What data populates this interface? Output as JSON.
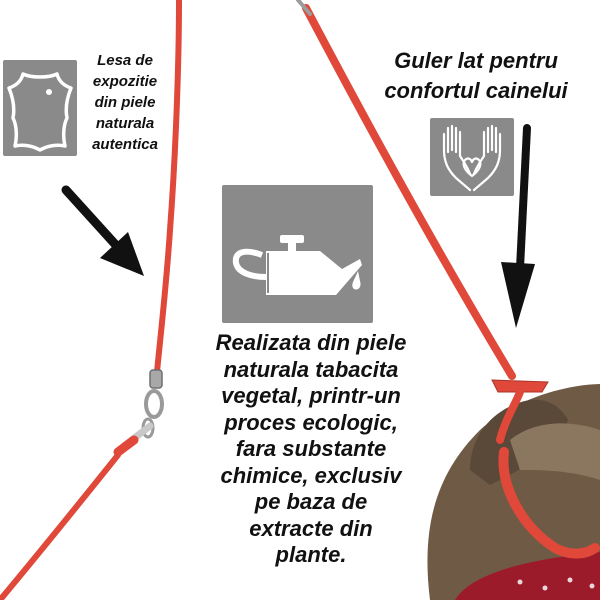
{
  "captions": {
    "leather_leash": [
      "Lesa de",
      "expozitie",
      "din piele",
      "naturala",
      "autentica"
    ],
    "wide_collar": [
      "Guler lat pentru",
      "confortul cainelui"
    ],
    "vegetable_tanned": [
      "Realizata din piele",
      "naturala tabacita",
      "vegetal, printr-un",
      "proces ecologic,",
      "fara substante",
      "chimice, exclusiv",
      "pe baza de",
      "extracte din",
      "plante."
    ]
  },
  "icons": {
    "leather": "leather-hide-icon",
    "hands": "hands-heart-icon",
    "oil": "oil-can-icon",
    "arrows": [
      "arrow-down-right-icon",
      "arrow-down-icon"
    ]
  },
  "colors": {
    "leash_red": "#e0483a",
    "icon_tile_gray": "#8a8a8a",
    "text": "#111111"
  }
}
